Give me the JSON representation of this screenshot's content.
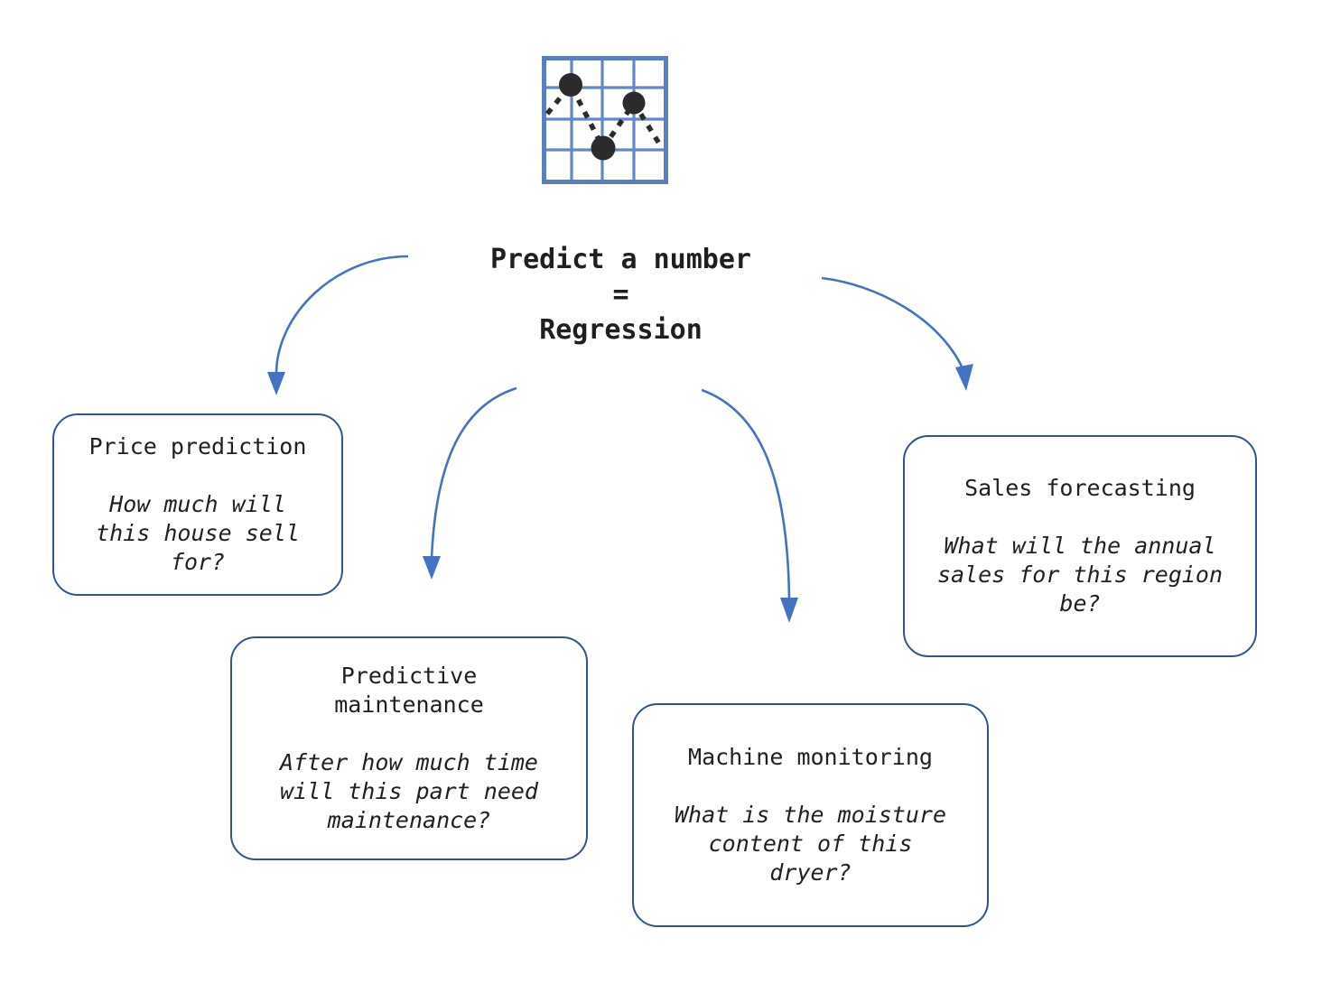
{
  "title": {
    "text": "Predict a number\n=\nRegression"
  },
  "icon": {
    "name": "line-chart-icon",
    "description": "grid with three dots connected by dashed zigzag line"
  },
  "boxes": [
    {
      "id": "price-prediction",
      "title": "Price prediction",
      "question": "How much will\nthis house sell\nfor?"
    },
    {
      "id": "predictive-maintenance",
      "title": "Predictive\nmaintenance",
      "question": "After how much time\nwill this part need\nmaintenance?"
    },
    {
      "id": "machine-monitoring",
      "title": "Machine monitoring",
      "question": "What is the moisture\ncontent of this\ndryer?"
    },
    {
      "id": "sales-forecasting",
      "title": "Sales forecasting",
      "question": "What will the annual\nsales for this region\nbe?"
    }
  ],
  "colors": {
    "arrow": "#4472C4",
    "box_border": "#2F5496",
    "icon_grid": "#6287CA",
    "icon_points": "#2b2b2b",
    "text": "#1f1f1f"
  }
}
